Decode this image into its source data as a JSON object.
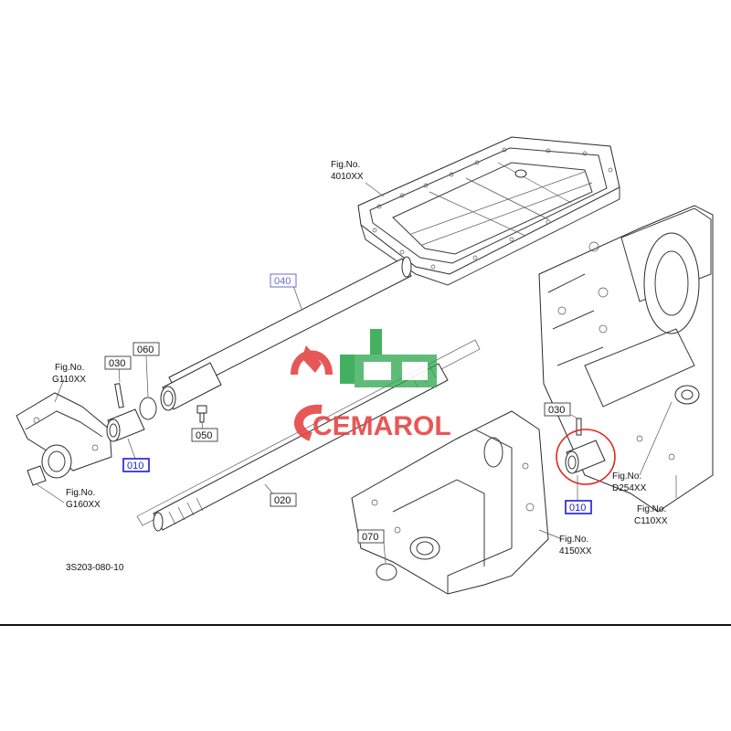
{
  "diagram": {
    "code": "3S203-080-10",
    "fig_refs": {
      "f4010": {
        "line1": "Fig.No.",
        "line2": "4010XX"
      },
      "g110": {
        "line1": "Fig.No.",
        "line2": "G110XX"
      },
      "g160": {
        "line1": "Fig.No.",
        "line2": "G160XX"
      },
      "d254": {
        "line1": "Fig.No.",
        "line2": "D254XX"
      },
      "c110": {
        "line1": "Fig.No.",
        "line2": "C110XX"
      },
      "f4150": {
        "line1": "Fig.No.",
        "line2": "4150XX"
      }
    },
    "parts": {
      "p040": "040",
      "p030a": "030",
      "p060": "060",
      "p010a": "010",
      "p050": "050",
      "p020": "020",
      "p030b": "030",
      "p010b": "010",
      "p070": "070"
    }
  },
  "watermark": {
    "text": "CEMAROL",
    "colors": {
      "red": "#e64545",
      "green": "#2fa84f"
    }
  }
}
